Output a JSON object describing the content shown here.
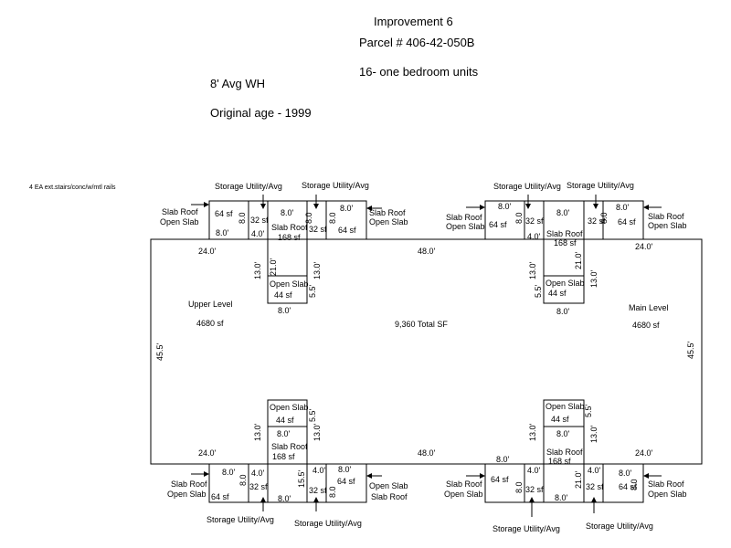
{
  "header": {
    "title": "Improvement 6",
    "parcel": "Parcel # 406-42-050B",
    "units": "16- one bedroom units",
    "wall_height": "8' Avg WH",
    "original_age": "Original age - 1999"
  },
  "note": "4 EA ext.stairs/conc/w/mtl rails",
  "labels": {
    "upper_level": "Upper Level",
    "upper_sf": "4680 sf",
    "main_level": "Main Level",
    "main_sf": "4680 sf",
    "total_sf": "9,360 Total SF",
    "storage": "Storage Utility/Avg",
    "slab_roof": "Slab Roof",
    "open_slab": "Open Slab",
    "open_slab_44": "Open Slab",
    "sf_64": "64 sf",
    "sf_32": "32 sf",
    "sf_168": "168 sf",
    "sf_44": "44 sf"
  },
  "dims": {
    "d24": "24.0'",
    "d48": "48.0'",
    "d45_5": "45.5'",
    "d8": "8.0'",
    "d4": "4.0'",
    "d13": "13.0'",
    "d21": "21.0'",
    "d5_5": "5.5'",
    "d15_5": "15.5'",
    "d8a": "8.0"
  }
}
